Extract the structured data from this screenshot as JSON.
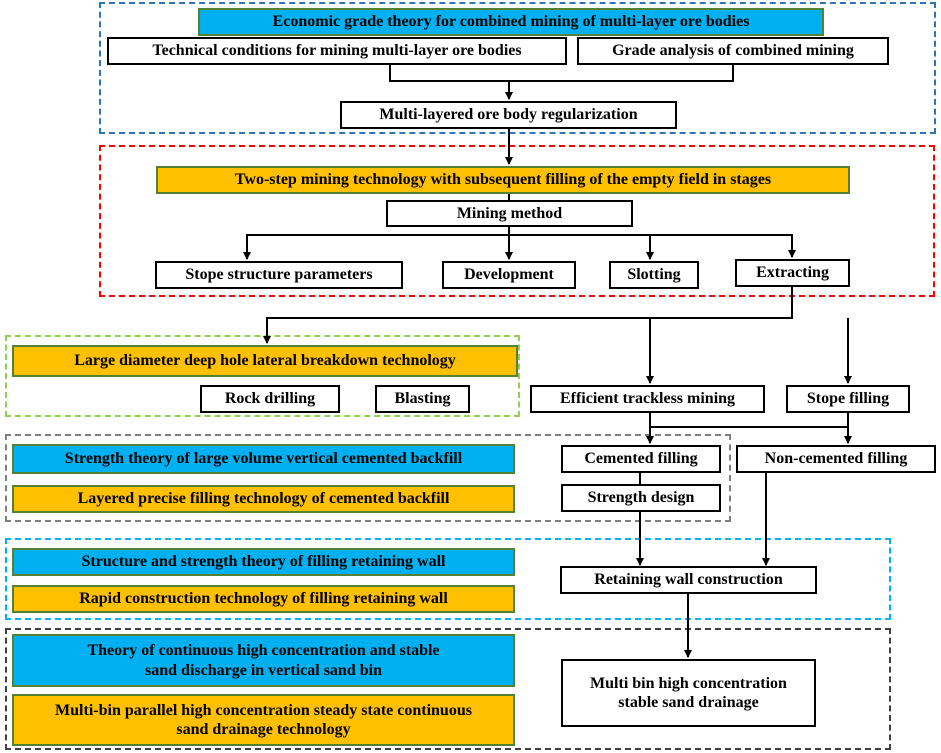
{
  "colors": {
    "blue_fill": "#00b0f0",
    "orange_fill": "#ffc000",
    "box_green_border": "#548235",
    "frame_blue": "#2e75b6",
    "frame_red": "#ff0000",
    "frame_green": "#92d050",
    "frame_gray": "#7f7f7f",
    "frame_cyan": "#00b0f0",
    "frame_dark": "#404040"
  },
  "nodes": {
    "economic_grade_theory": "Economic grade theory for combined mining of multi-layer ore bodies",
    "technical_conditions": "Technical conditions for mining multi-layer ore bodies",
    "grade_analysis": "Grade analysis of combined mining",
    "regularization": "Multi-layered ore body regularization",
    "two_step_mining": "Two-step mining technology with subsequent filling of the empty field in stages",
    "mining_method": "Mining method",
    "stope_structure": "Stope structure parameters",
    "development": "Development",
    "slotting": "Slotting",
    "extracting": "Extracting",
    "large_diameter": "Large diameter deep hole lateral breakdown technology",
    "rock_drilling": "Rock drilling",
    "blasting": "Blasting",
    "efficient_trackless": "Efficient trackless mining",
    "stope_filling": "Stope filling",
    "strength_theory_backfill": "Strength theory of large volume vertical cemented backfill",
    "layered_precise_filling": "Layered precise filling technology of cemented backfill",
    "cemented_filling": "Cemented filling",
    "non_cemented_filling": "Non-cemented filling",
    "strength_design": "Strength design",
    "structure_strength_wall": "Structure and strength theory of filling retaining wall",
    "rapid_construction_wall": "Rapid construction technology of filling retaining wall",
    "retaining_wall_construction": "Retaining wall construction",
    "theory_continuous_sand": "Theory of continuous high concentration and stable sand discharge in vertical sand bin",
    "multi_bin_parallel": "Multi-bin parallel high concentration steady state continuous sand drainage technology",
    "multi_bin_drainage": "Multi bin high concentration stable sand drainage"
  }
}
